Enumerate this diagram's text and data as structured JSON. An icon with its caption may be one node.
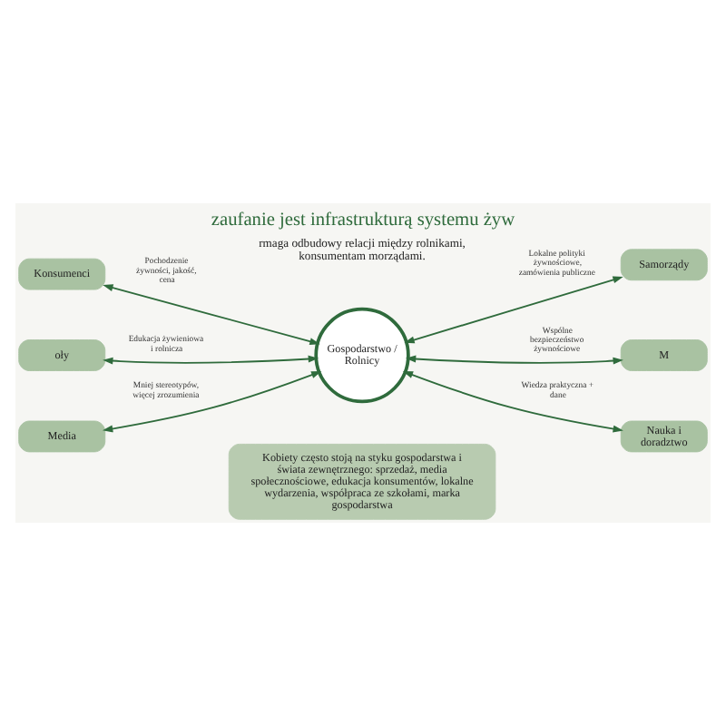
{
  "diagram": {
    "title": "zaufanie jest infrastrukturą systemu żyw",
    "nodes": [
      {
        "text": [
          "Konsumenci"
        ]
      },
      {
        "text": [
          "Samorządy"
        ]
      },
      {
        "text": [
          "oły"
        ]
      },
      {
        "text": [
          "Gospodarstwo / Rolnicy"
        ]
      },
      {
        "text": [
          "M"
        ]
      },
      {
        "text": [
          "Media"
        ]
      },
      {
        "text": [
          "Nauka i doradztwo"
        ]
      },
      {
        "text": [
          "Kobiety często stoją na styku gospodarstwa i świata zewnętrznego: sprzedaż, media społecznościowe, edukacja konsumentów, lokalne wydarzenia, współpraca ze szkołami, marka gospodarstwa"
        ]
      }
    ],
    "edges": [
      {
        "from": 0,
        "to": 3,
        "arrow": "both",
        "label": "Pochodzenie żywności, jakość, cena"
      },
      {
        "from": 3,
        "to": 1,
        "arrow": "both",
        "label": "Lokalne polityki żywnościowe, zamówienia publiczne"
      },
      {
        "from": 2,
        "to": 3,
        "arrow": "both",
        "label": "Edukacja żywieniowa i rolnicza"
      },
      {
        "from": 3,
        "to": 4,
        "arrow": "both",
        "label": "Wspólne bezpieczeństwo żywnościowe"
      },
      {
        "from": 5,
        "to": 3,
        "arrow": "both",
        "label": "Mniej stereotypów, więcej zrozumienia"
      },
      {
        "from": 3,
        "to": 6,
        "arrow": "both",
        "label": "Wiedza praktyczna + dane"
      }
    ],
    "labels": [
      "rmaga odbudowy relacji między rolnikami, konsumentam morządami."
    ]
  }
}
